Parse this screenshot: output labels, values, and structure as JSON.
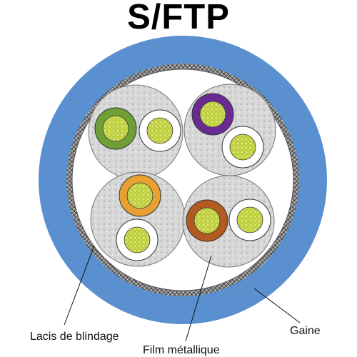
{
  "title": "S/FTP",
  "labels": {
    "lacis_de_blindage": "Lacis de blindage",
    "film_metallique": "Film métallique",
    "gaine": "Gaine"
  },
  "colors": {
    "sheath": "#5a8fd0",
    "braid": "#8a8a8a",
    "foil": "#d9d9d9",
    "conductor": "#c9d94a",
    "insulation_white": "#ffffff"
  },
  "pairs": [
    {
      "name": "green-pair",
      "color": "#6fa036"
    },
    {
      "name": "purple-pair",
      "color": "#6a2a93"
    },
    {
      "name": "orange-pair",
      "color": "#e8a032"
    },
    {
      "name": "brown-pair",
      "color": "#b35a22"
    }
  ]
}
